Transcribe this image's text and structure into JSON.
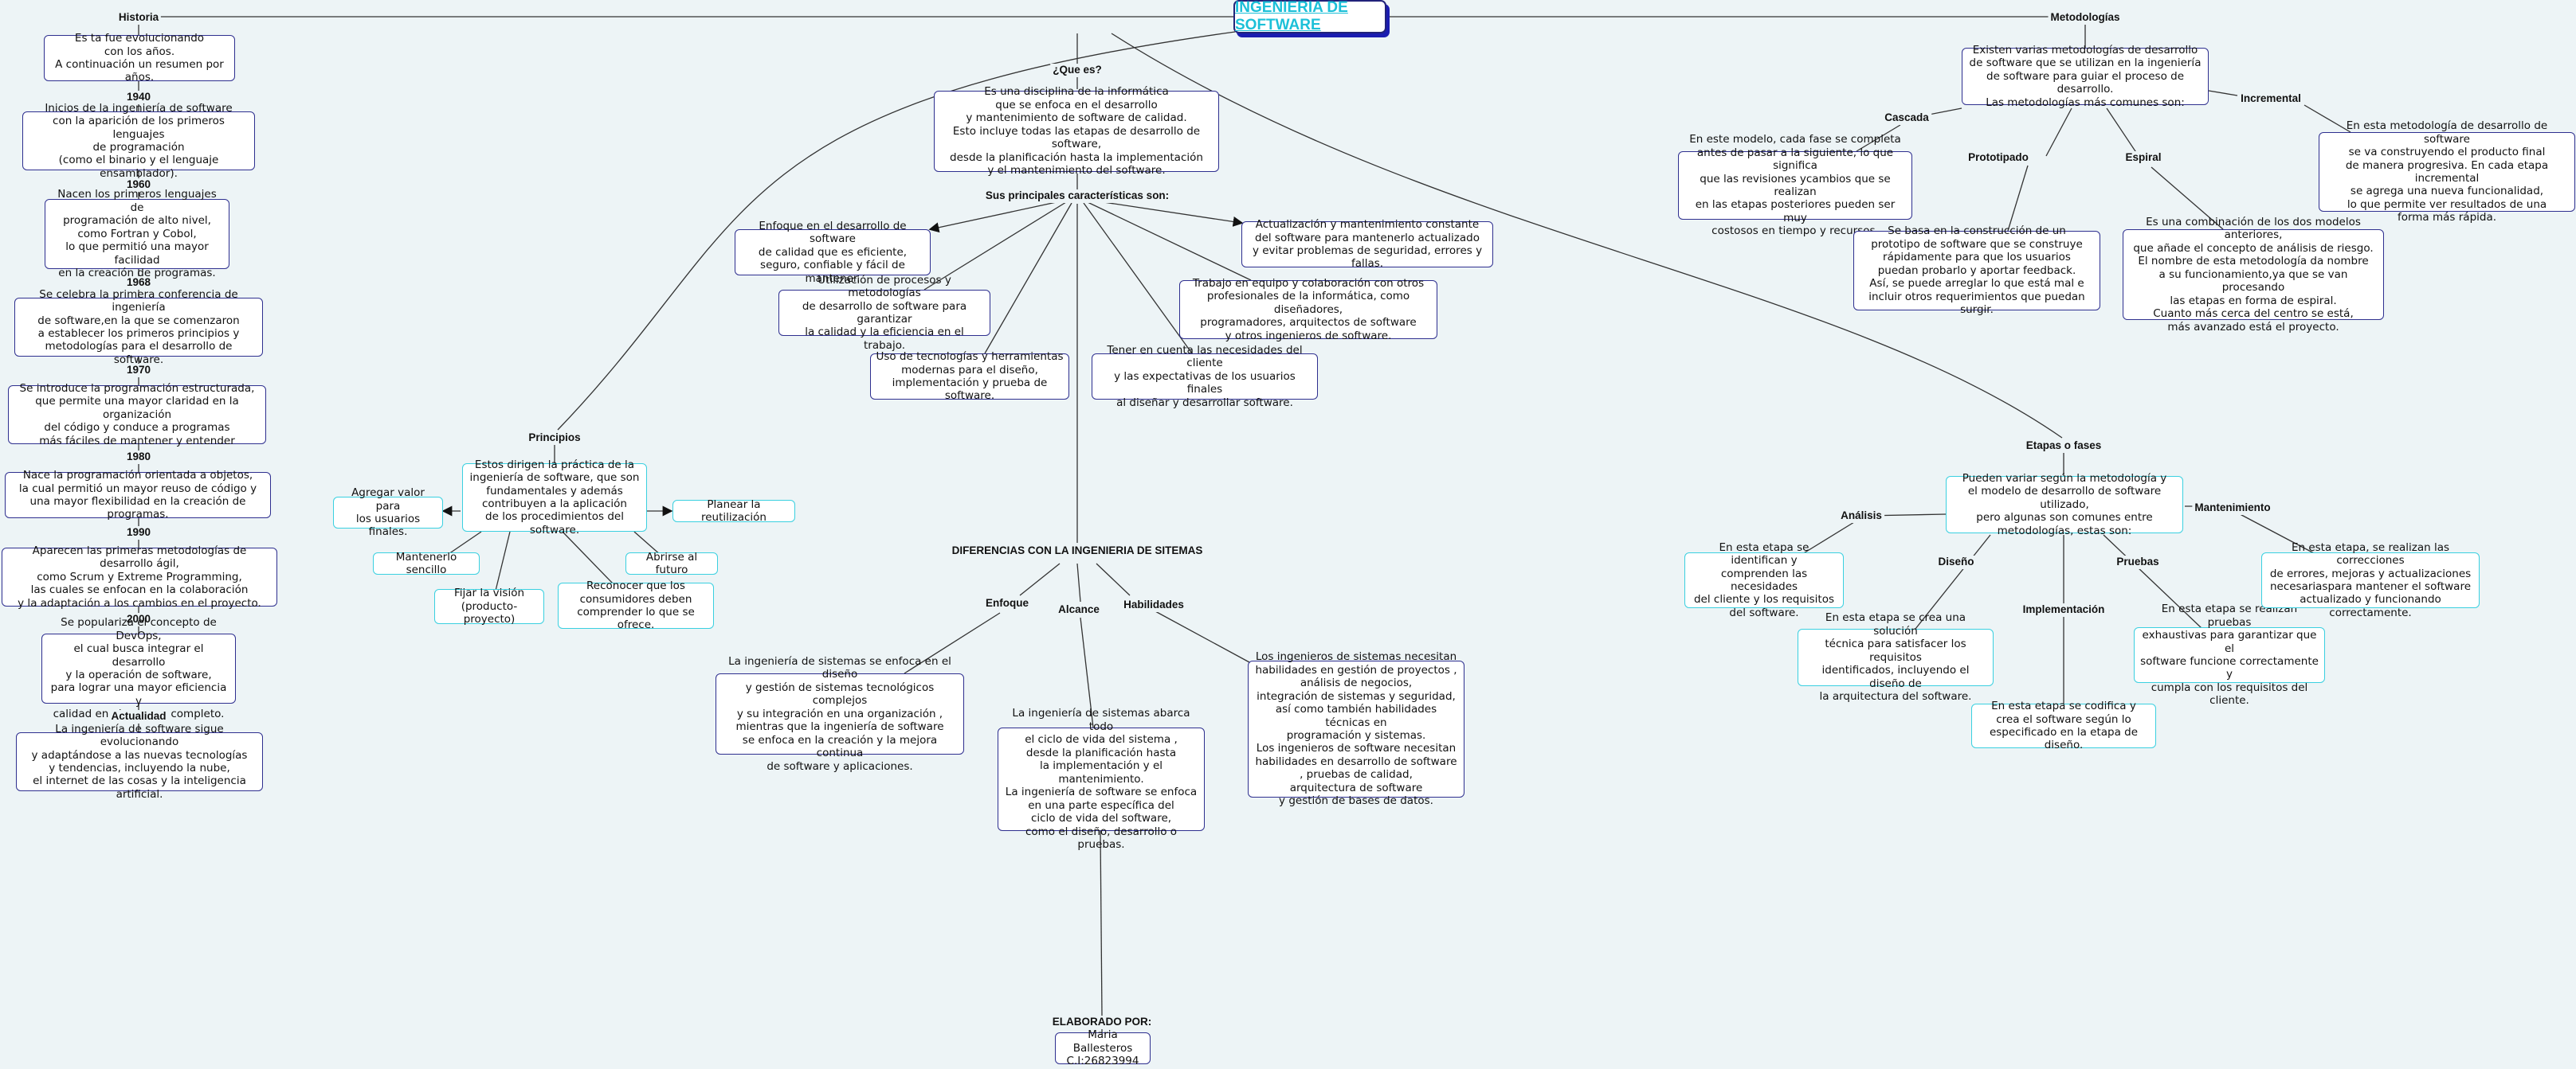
{
  "title": "INGENIERIA DE SOFTWARE",
  "historia": {
    "heading": "Historia",
    "intro": "Es ta fue evolucionando\ncon los años.\nA continuación un resumen por años.",
    "y1940": "1940",
    "t1940": "Inicios de la ingeniería de software\ncon la aparición de los primeros lenguajes\nde programación\n(como el binario y el lenguaje ensamblador).",
    "y1960": "1960",
    "t1960": "Nacen los primeros lenguajes de\nprogramación de alto nivel,\ncomo Fortran y Cobol,\nlo que permitió una mayor facilidad\nen la creación de programas.",
    "y1968": "1968",
    "t1968": "Se celebra la primera conferencia de ingeniería\nde software,en la que se comenzaron\na establecer los primeros principios y\nmetodologías para el desarrollo de software.",
    "y1970": "1970",
    "t1970": "Se introduce la programación estructurada,\nque permite una mayor claridad en la organización\ndel código y conduce a programas\nmás fáciles de mantener y entender",
    "y1980": "1980",
    "t1980": "Nace la programación orientada a objetos,\nla cual permitió un mayor reuso de código y\nuna mayor flexibilidad en la creación de programas.",
    "y1990": "1990",
    "t1990": "Aparecen las primeras metodologías de desarrollo ágil,\ncomo Scrum y Extreme Programming,\nlas cuales se enfocan en la colaboración\ny la adaptación a los cambios en el proyecto.",
    "y2000": "2000",
    "t2000": "Se populariza el concepto de DevOps,\nel cual busca integrar el desarrollo\ny la operación de software,\npara lograr una mayor eficiencia y\ncalidad en el proceso completo.",
    "actual_label": "Actualidad",
    "actual": "La ingeniería de software sigue evolucionando\ny adaptándose a las nuevas tecnologías\ny tendencias, incluyendo la nube,\nel internet de las cosas y la inteligencia artificial."
  },
  "queEs": {
    "label": "¿Que es?",
    "text": "Es una disciplina de la informática\nque se enfoca en el desarrollo\ny mantenimiento de software de calidad.\nEsto incluye todas las etapas de desarrollo de software,\ndesde la planificación hasta la implementación\ny el mantenimiento del software."
  },
  "caracteristicas": {
    "label": "Sus principales características son:",
    "c1": "Enfoque en el desarrollo de software\nde calidad que es eficiente,\nseguro, confiable y fácil de mantener.",
    "c2": "Utilización de procesos y metodologías\nde desarrollo de software para garantizar\nla calidad y la eficiencia en el trabajo.",
    "c3": "Uso de tecnologías y herramientas\nmodernas para el diseño,\nimplementación y prueba de software.",
    "c4": "Tener en cuenta las necesidades del cliente\ny las expectativas de los usuarios finales\nal diseñar y desarrollar software.",
    "c5": "Trabajo en equipo y colaboración con otros\nprofesionales de la informática, como diseñadores,\nprogramadores, arquitectos de software\ny otros ingenieros de software.",
    "c6": "Actualización y mantenimiento constante\ndel software para mantenerlo actualizado\ny evitar problemas de seguridad, errores y fallas."
  },
  "principios": {
    "label": "Principios",
    "text": "Estos dirigen la práctica de la\ningeniería de software, que son\nfundamentales y además\ncontribuyen a la aplicación\nde los procedimientos del software.",
    "p1": "Agregar valor para\nlos usuarios finales.",
    "p2": "Planear la reutilización",
    "p3": "Mantenerlo sencillo",
    "p4": "Fijar la visión\n(producto-proyecto)",
    "p5": "Reconocer que los\nconsumidores deben\ncomprender lo que se ofrece.",
    "p6": "Abrirse al futuro"
  },
  "diferencias": {
    "label": "DIFERENCIAS CON LA INGENIERIA DE SITEMAS",
    "enfoque_label": "Enfoque",
    "enfoque": "La ingeniería de sistemas se enfoca en el diseño\ny gestión de sistemas tecnológicos complejos\ny su integración en una organización ,\nmientras que la ingeniería de software\nse enfoca en la creación y la mejora continua\nde software y aplicaciones.",
    "alcance_label": "Alcance",
    "alcance": "La ingeniería de sistemas abarca todo\nel ciclo de vida del sistema ,\ndesde la planificación hasta\nla implementación y el mantenimiento.\nLa ingeniería de software se enfoca\nen una parte específica del\nciclo de vida del software,\ncomo el diseño, desarrollo o pruebas.",
    "habilidades_label": "Habilidades",
    "habilidades": "Los ingenieros de sistemas necesitan\nhabilidades en gestión de proyectos ,\nanálisis de negocios,\nintegración de sistemas y seguridad,\nasí como también habilidades técnicas en\nprogramación y sistemas.\nLos ingenieros de software necesitan\nhabilidades en desarrollo de software\n, pruebas de calidad,\narquitectura de software\ny gestión de bases de datos."
  },
  "autor": {
    "label": "ELABORADO POR:",
    "text": "Maria Ballesteros\nC.I:26823994"
  },
  "metodologias": {
    "label": "Metodologías",
    "text": "Existen varias metodologías de desarrollo\nde software que se utilizan en la ingeniería\nde software para guiar el proceso de desarrollo.\nLas metodologías más comunes son:",
    "cascada_label": "Cascada",
    "cascada": "En este modelo, cada fase se completa\nantes de pasar a la siguiente, lo que significa\nque las revisiones ycambios que se realizan\nen las etapas posteriores pueden ser muy\ncostosos en tiempo y recursos.",
    "prototipado_label": "Prototipado",
    "prototipado": "Se basa en la construcción de un\nprototipo de software que se construye\nrápidamente para que los usuarios\npuedan probarlo y aportar feedback.\nAsí, se puede arreglar lo que está mal e\nincluir otros requerimientos que puedan surgir.",
    "espiral_label": "Espiral",
    "espiral": "Es una combinación de los dos modelos anteriores,\nque añade el concepto de análisis de riesgo.\nEl nombre de esta metodología da nombre\na su funcionamiento,ya que se van procesando\nlas etapas en forma de espiral.\nCuanto más cerca del centro se está,\nmás avanzado está el proyecto.",
    "incremental_label": "Incremental",
    "incremental": "En esta metodología de desarrollo de software\nse va construyendo el producto final\nde manera progresiva. En cada etapa incremental\nse agrega una nueva funcionalidad,\nlo que permite ver resultados de una\nforma más rápida."
  },
  "etapas": {
    "label": "Etapas o fases",
    "text": "Pueden variar según la metodología y\nel modelo de desarrollo de software utilizado,\npero algunas son comunes entre\nmetodologías, estas son:",
    "analisis_label": "Análisis",
    "analisis": "En esta etapa se identifican y\ncomprenden las necesidades\ndel cliente y los requisitos\ndel software.",
    "diseno_label": "Diseño",
    "diseno": "En esta etapa se crea una solución\ntécnica para satisfacer los requisitos\nidentificados, incluyendo el diseño de\nla arquitectura del software.",
    "implementacion_label": "Implementación",
    "implementacion": "En esta etapa se codifica y\ncrea el software según lo\nespecificado en la etapa de diseño.",
    "pruebas_label": "Pruebas",
    "pruebas": "En esta etapa se realizan pruebas\nexhaustivas para garantizar que el\nsoftware funcione correctamente y\ncumpla con los requisitos del cliente.",
    "mantenimiento_label": "Mantenimiento",
    "mantenimiento": "En esta etapa, se realizan las correcciones\nde errores, mejoras y actualizaciones\nnecesariaspara mantener el software\nactualizado y funcionando correctamente."
  }
}
